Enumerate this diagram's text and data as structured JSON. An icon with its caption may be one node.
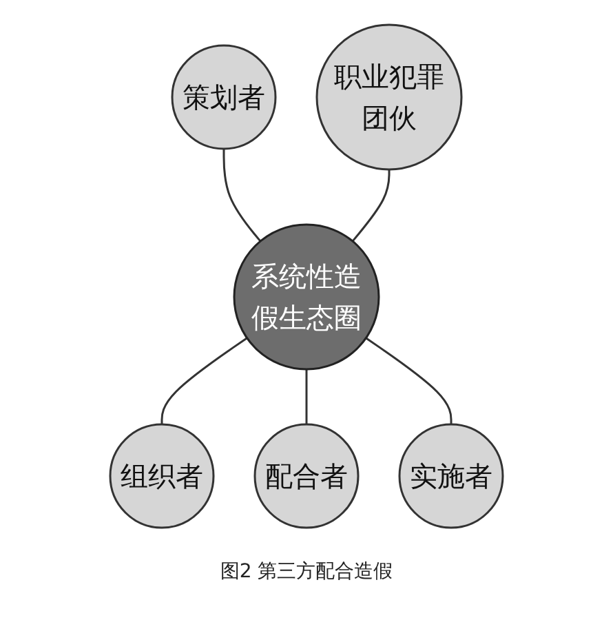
{
  "diagram": {
    "caption": "图2 第三方配合造假",
    "nodes": [
      {
        "text": [
          "策划者"
        ]
      },
      {
        "text": [
          "职业犯罪团伙"
        ]
      },
      {
        "text": [
          "系统性造假生态圈"
        ]
      },
      {
        "text": [
          "组织者"
        ]
      },
      {
        "text": [
          "配合者"
        ]
      },
      {
        "text": [
          "实施者"
        ]
      }
    ],
    "edges": [
      {
        "from": 0,
        "to": 2,
        "arrow": "none"
      },
      {
        "from": 1,
        "to": 2,
        "arrow": "none"
      },
      {
        "from": 2,
        "to": 3,
        "arrow": "none"
      },
      {
        "from": 2,
        "to": 4,
        "arrow": "none"
      },
      {
        "from": 2,
        "to": 5,
        "arrow": "none"
      }
    ]
  }
}
